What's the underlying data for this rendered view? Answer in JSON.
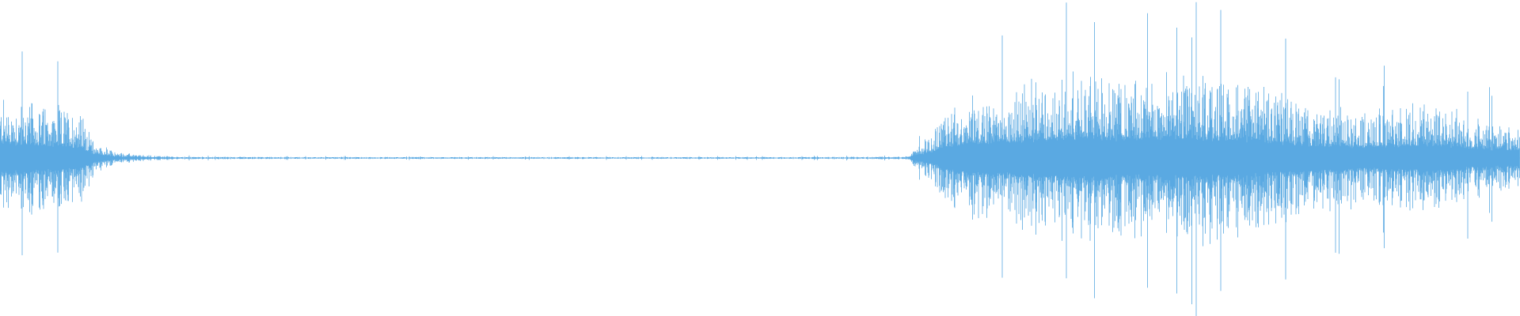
{
  "waveform": {
    "color": "#5aa9e2",
    "background": "#ffffff",
    "amplitude_envelope": [
      {
        "t": 0.0,
        "a": 0.36
      },
      {
        "t": 0.02,
        "a": 0.34
      },
      {
        "t": 0.04,
        "a": 0.3
      },
      {
        "t": 0.052,
        "a": 0.3
      },
      {
        "t": 0.062,
        "a": 0.1
      },
      {
        "t": 0.075,
        "a": 0.04
      },
      {
        "t": 0.09,
        "a": 0.02
      },
      {
        "t": 0.12,
        "a": 0.008
      },
      {
        "t": 0.2,
        "a": 0.006
      },
      {
        "t": 0.3,
        "a": 0.006
      },
      {
        "t": 0.4,
        "a": 0.006
      },
      {
        "t": 0.5,
        "a": 0.006
      },
      {
        "t": 0.58,
        "a": 0.008
      },
      {
        "t": 0.597,
        "a": 0.01
      },
      {
        "t": 0.605,
        "a": 0.08
      },
      {
        "t": 0.615,
        "a": 0.18
      },
      {
        "t": 0.625,
        "a": 0.32
      },
      {
        "t": 0.64,
        "a": 0.38
      },
      {
        "t": 0.68,
        "a": 0.44
      },
      {
        "t": 0.71,
        "a": 0.52
      },
      {
        "t": 0.75,
        "a": 0.48
      },
      {
        "t": 0.79,
        "a": 0.5
      },
      {
        "t": 0.82,
        "a": 0.46
      },
      {
        "t": 0.86,
        "a": 0.34
      },
      {
        "t": 0.9,
        "a": 0.28
      },
      {
        "t": 0.94,
        "a": 0.34
      },
      {
        "t": 0.97,
        "a": 0.24
      },
      {
        "t": 1.0,
        "a": 0.2
      }
    ]
  }
}
